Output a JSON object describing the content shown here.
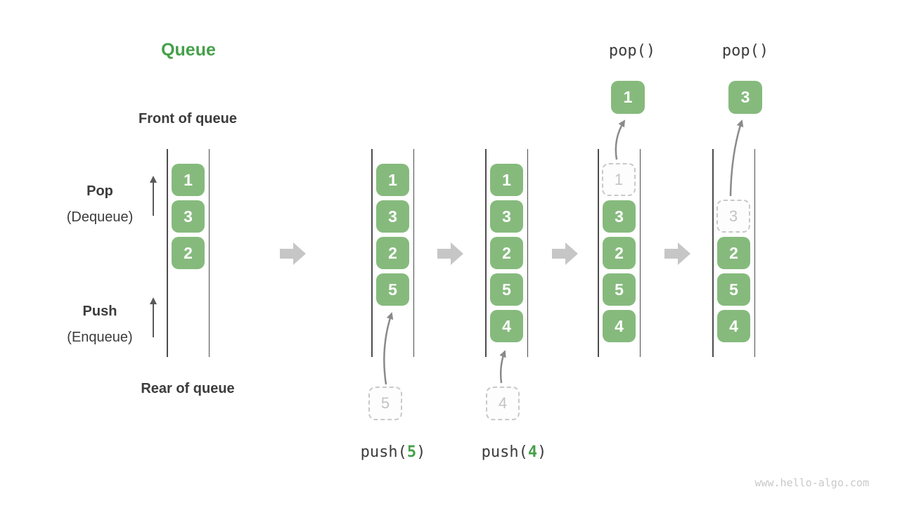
{
  "title": "Queue",
  "watermark": "www.hello-algo.com",
  "labels": {
    "front_of_queue": "Front of queue",
    "rear_of_queue": "Rear of queue",
    "pop": "Pop",
    "pop_sub": "(Dequeue)",
    "push": "Push",
    "push_sub": "(Enqueue)"
  },
  "operations": {
    "pop_a": "pop()",
    "pop_b": "pop()",
    "push_a_prefix": "push(",
    "push_a_arg": "5",
    "push_a_suffix": ")",
    "push_b_prefix": "push(",
    "push_b_arg": "4",
    "push_b_suffix": ")"
  },
  "states": {
    "s1": {
      "cells": {
        "c0": "1",
        "c1": "3",
        "c2": "2"
      }
    },
    "s2": {
      "cells": {
        "c0": "1",
        "c1": "3",
        "c2": "2",
        "c3": "5"
      },
      "staged": "5"
    },
    "s3": {
      "cells": {
        "c0": "1",
        "c1": "3",
        "c2": "2",
        "c3": "5",
        "c4": "4"
      },
      "staged": "4"
    },
    "s4": {
      "ghost": "1",
      "cells": {
        "c1": "3",
        "c2": "2",
        "c3": "5",
        "c4": "4"
      },
      "popped": "1"
    },
    "s5": {
      "ghost": "3",
      "cells": {
        "c2": "2",
        "c3": "5",
        "c4": "4"
      },
      "popped": "3"
    }
  },
  "colors": {
    "title_green": "#45a049",
    "box_green": "#86ba7d",
    "box_text": "#ffffff",
    "ghost_border": "#c9c9c9",
    "ghost_text": "#c3c3c3",
    "ghost_fill": "#fdfdfd",
    "rail": "#4c4c4c",
    "text_dark": "#3c3c3c",
    "up_arrow": "#5a5a5a",
    "arrow_gray": "#8a8a8a",
    "block_arrow": "#c6c6c6",
    "watermark_gray": "#c9c9c9"
  }
}
